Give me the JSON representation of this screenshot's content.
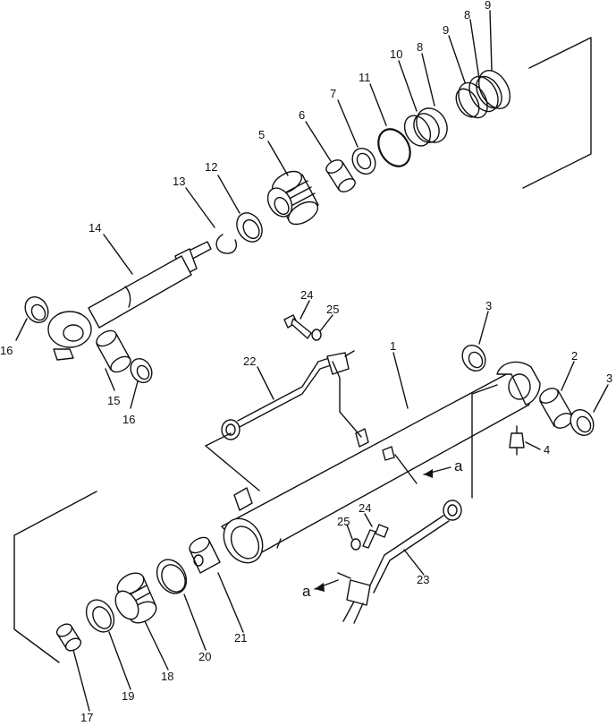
{
  "callouts": {
    "c1": "1",
    "c2": "2",
    "c3a": "3",
    "c3b": "3",
    "c4": "4",
    "c5": "5",
    "c6": "6",
    "c7": "7",
    "c8a": "8",
    "c8b": "8",
    "c9a": "9",
    "c9b": "9",
    "c10": "10",
    "c11": "11",
    "c12": "12",
    "c13": "13",
    "c14": "14",
    "c15": "15",
    "c16a": "16",
    "c16b": "16",
    "c17": "17",
    "c18": "18",
    "c19": "19",
    "c20": "20",
    "c21": "21",
    "c22": "22",
    "c23": "23",
    "c24a": "24",
    "c24b": "24",
    "c25a": "25",
    "c25b": "25"
  },
  "markers": {
    "ref_a1": "a",
    "ref_a2": "a"
  }
}
